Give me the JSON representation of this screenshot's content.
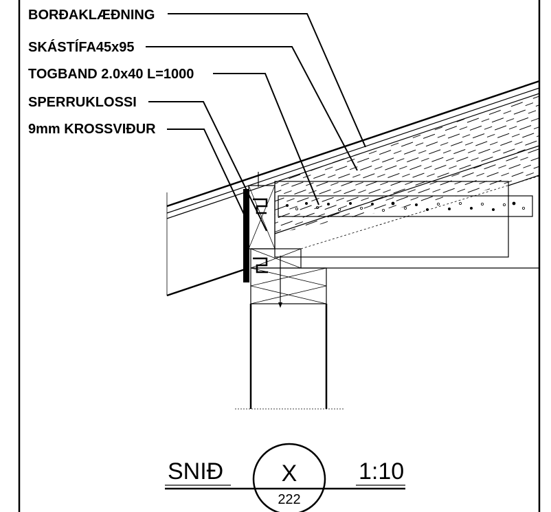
{
  "labels": {
    "cladding": "BORÐAKLÆÐNING",
    "brace": "SKÁSTÍFA45x95",
    "tie_strap": "TOGBAND 2.0x40 L=1000",
    "rafter_block": "SPERRUKLOSSI",
    "plywood": "9mm KROSSVIÐUR"
  },
  "title_block": {
    "section_label": "SNIÐ",
    "marker_letter": "X",
    "marker_sheet": "222",
    "scale": "1:10"
  }
}
